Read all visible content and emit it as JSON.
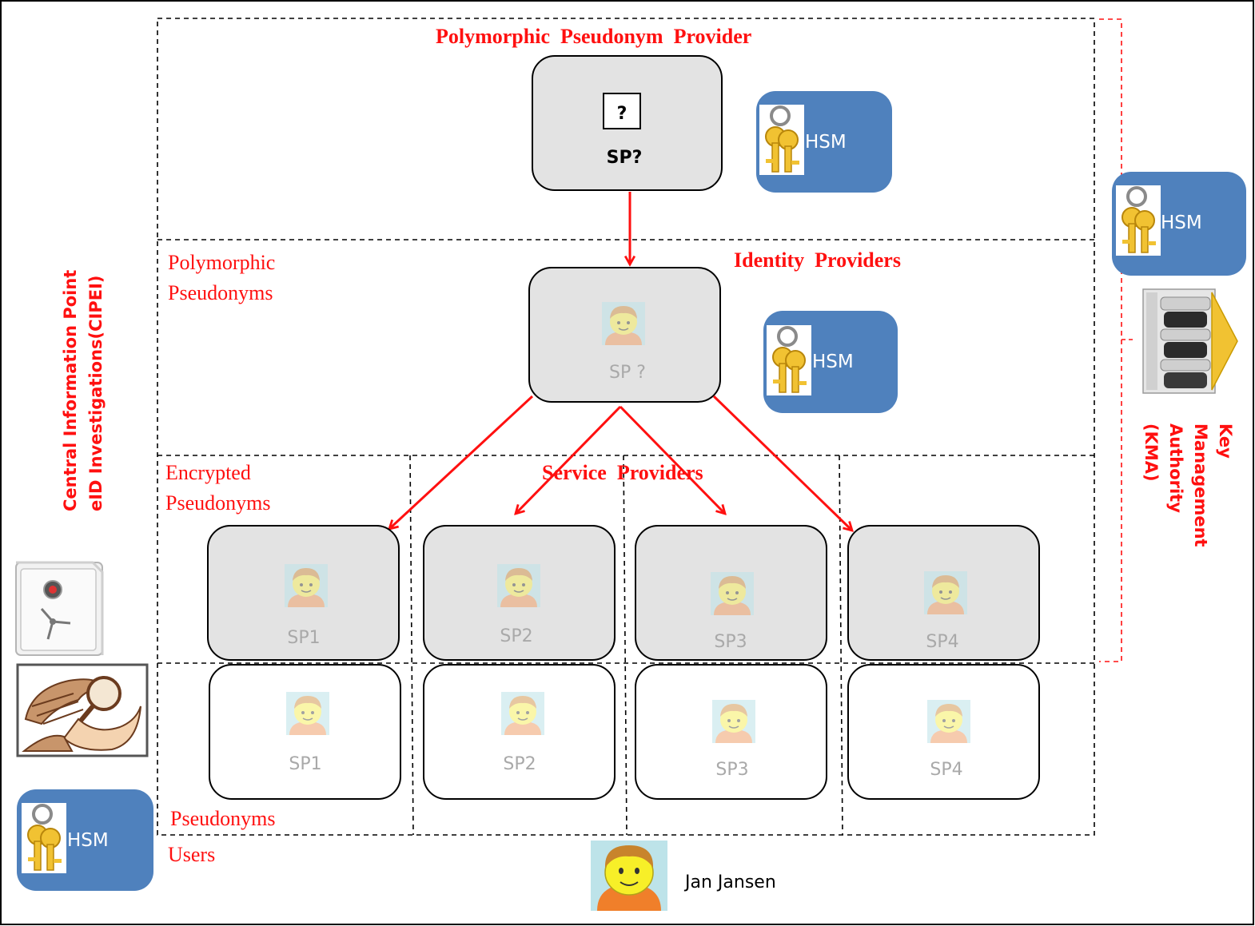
{
  "labels": {
    "polymorphic_pseudonym_provider": "Polymorphic  Pseudonym  Provider",
    "polymorphic_pseudonyms_line1": "Polymorphic",
    "polymorphic_pseudonyms_line2": "Pseudonyms",
    "identity_providers": "Identity  Providers",
    "encrypted_pseudonyms_line1": "Encrypted",
    "encrypted_pseudonyms_line2": "Pseudonyms",
    "service_providers": "Service  Providers",
    "pseudonyms": "Pseudonyms",
    "users": "Users",
    "cipei_line1": "Central Information Point",
    "cipei_line2": "eID Investigations(CIPEI)",
    "kma_line1": "Key",
    "kma_line2": "Management",
    "kma_line3": "Authority",
    "kma_line4": "(KMA)"
  },
  "pp_box": {
    "question_mark": "?",
    "label": "SP?"
  },
  "idp_box": {
    "label": "SP ?"
  },
  "hsm_label": "HSM",
  "service_provider_boxes": [
    "SP1",
    "SP2",
    "SP3",
    "SP4"
  ],
  "user_pseudonym_boxes": [
    "SP1",
    "SP2",
    "SP3",
    "SP4"
  ],
  "user_name": "Jan Jansen",
  "colors": {
    "accent_red": "#ff1010",
    "hsm_blue": "#4f81bd",
    "box_gray": "#e3e3e3",
    "box_white": "#ffffff",
    "sp_text_gray": "#a9a9a9"
  }
}
